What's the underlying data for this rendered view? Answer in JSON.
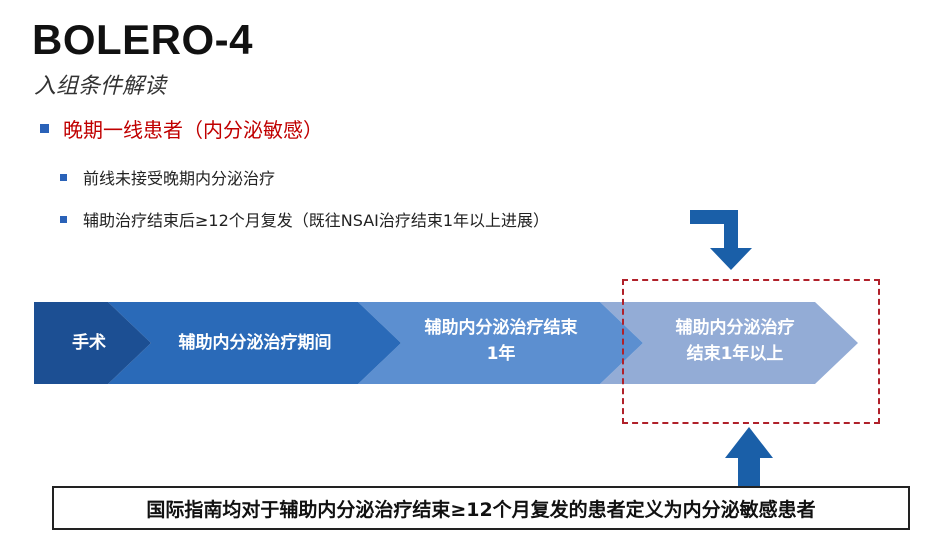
{
  "slide": {
    "title": "BOLERO-4",
    "subtitle": "入组条件解读",
    "bullet_main": "晚期一线患者（内分泌敏感）",
    "sub_bullets": [
      "前线未接受晚期内分泌治疗",
      "辅助治疗结束后≥12个月复发（既往NSAI治疗结束1年以上进展）"
    ]
  },
  "flow": {
    "steps": [
      {
        "line1": "手术",
        "line2": ""
      },
      {
        "line1": "辅助内分泌治疗期间",
        "line2": ""
      },
      {
        "line1": "辅助内分泌治疗结束",
        "line2": "1年"
      },
      {
        "line1": "辅助内分泌治疗",
        "line2": "结束1年以上"
      }
    ],
    "colors": [
      "#1c4f93",
      "#2a6ab8",
      "#5c8fd0",
      "#93acd6"
    ]
  },
  "conclusion": "国际指南均对于辅助内分泌治疗结束≥12个月复发的患者定义为内分泌敏感患者",
  "accent_colors": {
    "highlight": "#b0202a",
    "bullet": "#2a62b8",
    "arrow": "#1a5fa8"
  }
}
